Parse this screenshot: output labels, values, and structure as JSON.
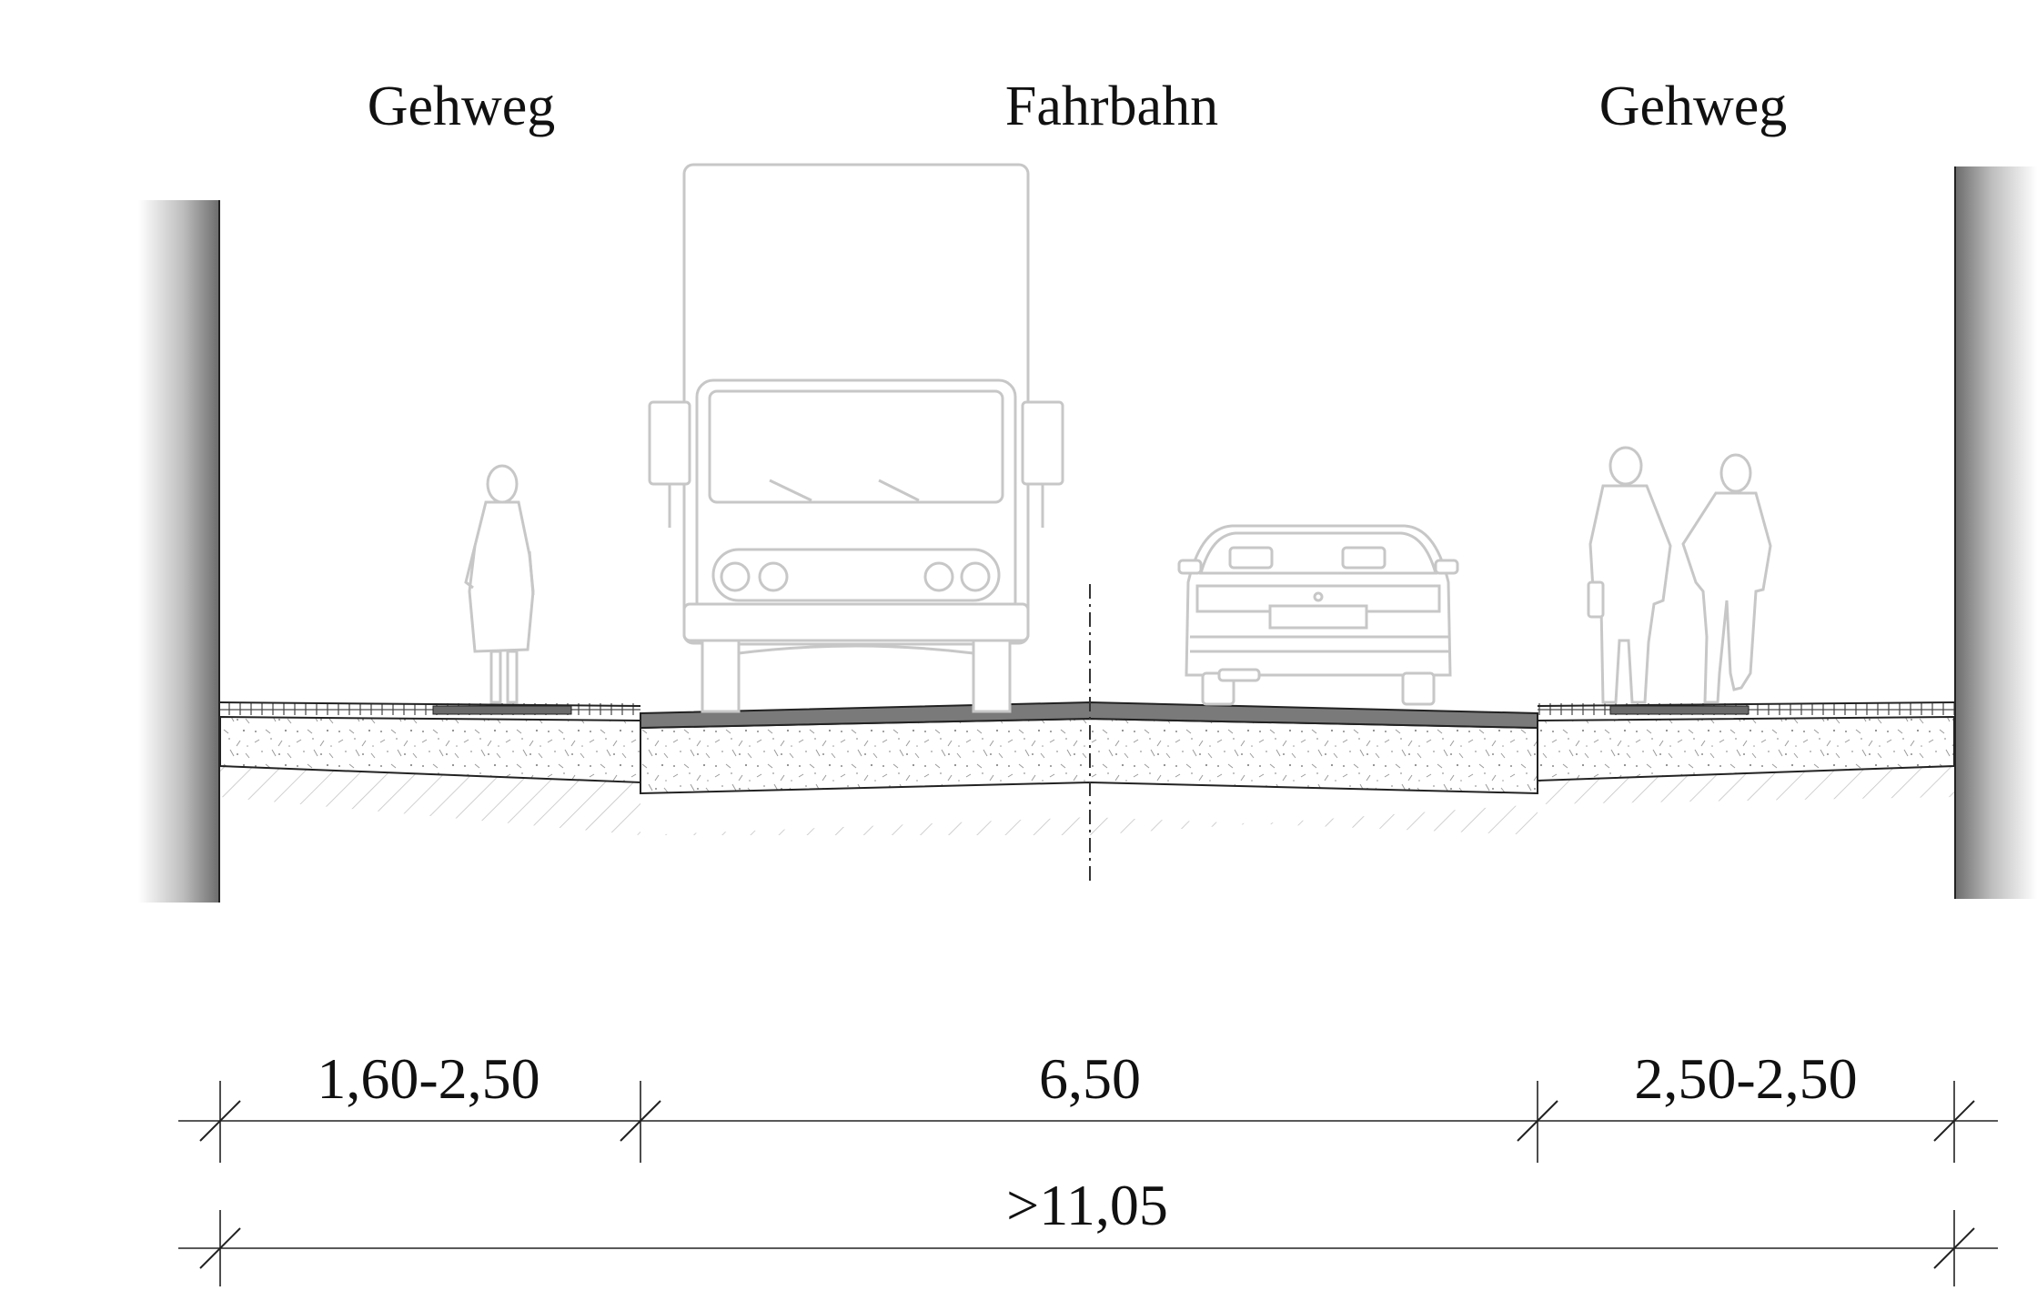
{
  "labels": {
    "left_sidewalk": "Gehweg",
    "roadway": "Fahrbahn",
    "right_sidewalk": "Gehweg"
  },
  "dimensions": {
    "left_sidewalk": "1,60-2,50",
    "roadway": "6,50",
    "right_sidewalk": "2,50-2,50",
    "total": ">11,05"
  },
  "colors": {
    "line": "#222222",
    "ghost": "#c7c7c7",
    "asphalt": "#7a7a7a",
    "wall_dark": "#6f6f6f"
  }
}
